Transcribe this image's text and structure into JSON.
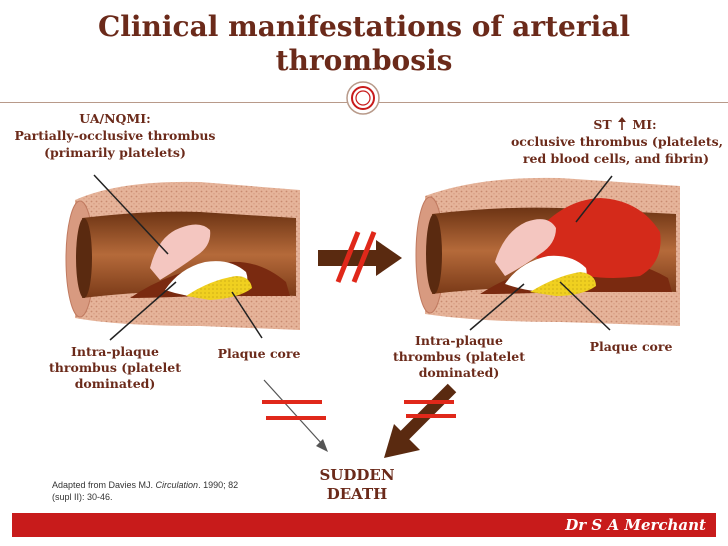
{
  "title": "Clinical manifestations of arterial thrombosis",
  "left_panel": {
    "heading": "UA/NQMI:",
    "description_line1": "Partially-occlusive thrombus",
    "description_line2": "(primarily platelets)",
    "thrombus_label_line1": "Intra-plaque",
    "thrombus_label_line2": "thrombus (platelet",
    "thrombus_label_line3": "dominated)",
    "core_label": "Plaque core"
  },
  "right_panel": {
    "heading_prefix": "ST",
    "heading_suffix": "MI:",
    "description_line1": "occlusive thrombus (platelets,",
    "description_line2": "red blood cells, and fibrin)",
    "thrombus_label_line1": "Intra-plaque",
    "thrombus_label_line2": "thrombus (platelet",
    "thrombus_label_line3": "dominated)",
    "core_label": "Plaque core"
  },
  "outcome": {
    "line1": "SUDDEN",
    "line2": "DEATH"
  },
  "credit": {
    "prefix": "Adapted from Davies MJ. ",
    "journal": "Circulation",
    "suffix": ". 1990; 82",
    "line2": "(supl II): 30-46."
  },
  "footer": {
    "author": "Dr S A Merchant"
  },
  "colors": {
    "title": "#6b2a1a",
    "footer": "#c81b1b",
    "vessel_wall": "#e8b49a",
    "lumen": "#8a4a22",
    "thrombus_red": "#d42a1a",
    "plaque_core": "#f2d21a"
  }
}
